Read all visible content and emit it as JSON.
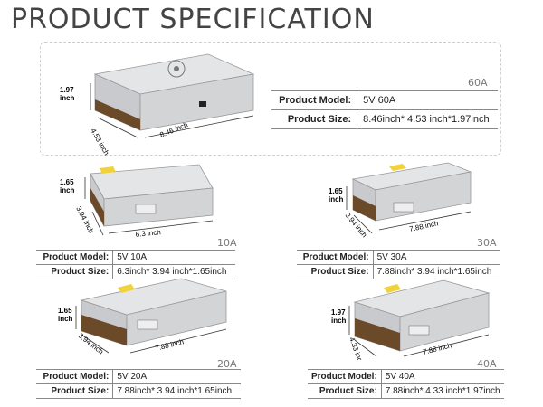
{
  "title": "PRODUCT SPECIFICATION",
  "labels": {
    "model": "Product Model:",
    "size": "Product Size:"
  },
  "products": {
    "p60": {
      "amp": "60A",
      "model": "5V 60A",
      "size": "8.46inch* 4.53 inch*1.97inch",
      "h": "1.97",
      "unit": "inch",
      "d": "4.53 inch",
      "w": "8.46 inch"
    },
    "p10": {
      "amp": "10A",
      "model": "5V 10A",
      "size": "6.3inch* 3.94 inch*1.65inch",
      "h": "1.65",
      "unit": "inch",
      "d": "3.94 inch",
      "w": "6.3 inch"
    },
    "p30": {
      "amp": "30A",
      "model": "5V 30A",
      "size": "7.88inch* 3.94 inch*1.65inch",
      "h": "1.65",
      "unit": "inch",
      "d": "3.94 inch",
      "w": "7.88 inch"
    },
    "p20": {
      "amp": "20A",
      "model": "5V 20A",
      "size": "7.88inch* 3.94 inch*1.65inch",
      "h": "1.65",
      "unit": "inch",
      "d": "3.94 inch",
      "w": "7.88 inch"
    },
    "p40": {
      "amp": "40A",
      "model": "5V 40A",
      "size": "7.88inch* 4.33 inch*1.97inch",
      "h": "1.97",
      "unit": "inch",
      "d": "4.33 inch",
      "w": "7.88 inch"
    }
  },
  "colors": {
    "housing": "#d9dadc",
    "terminal": "#6b4a2a",
    "label_yellow": "#f2d23a"
  }
}
